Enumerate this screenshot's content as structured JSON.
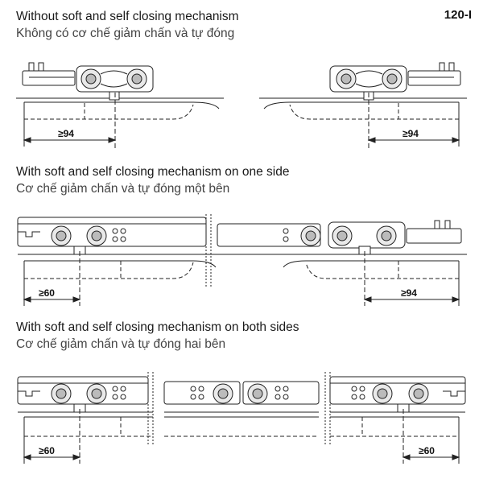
{
  "code": "120-I",
  "sections": [
    {
      "title_en": "Without soft and self closing mechanism",
      "title_vi": "Không có cơ chế giảm chấn và tự đóng",
      "dim_left": "≥94",
      "dim_right": "≥94"
    },
    {
      "title_en": "With soft and self closing mechanism on one side",
      "title_vi": "Cơ chế giảm chấn và tự đóng một bên",
      "dim_left": "≥60",
      "dim_right": "≥94"
    },
    {
      "title_en": "With soft and self closing mechanism on both sides",
      "title_vi": "Cơ chế giảm chấn và tự đóng hai bên",
      "dim_left": "≥60",
      "dim_right": "≥60"
    }
  ]
}
